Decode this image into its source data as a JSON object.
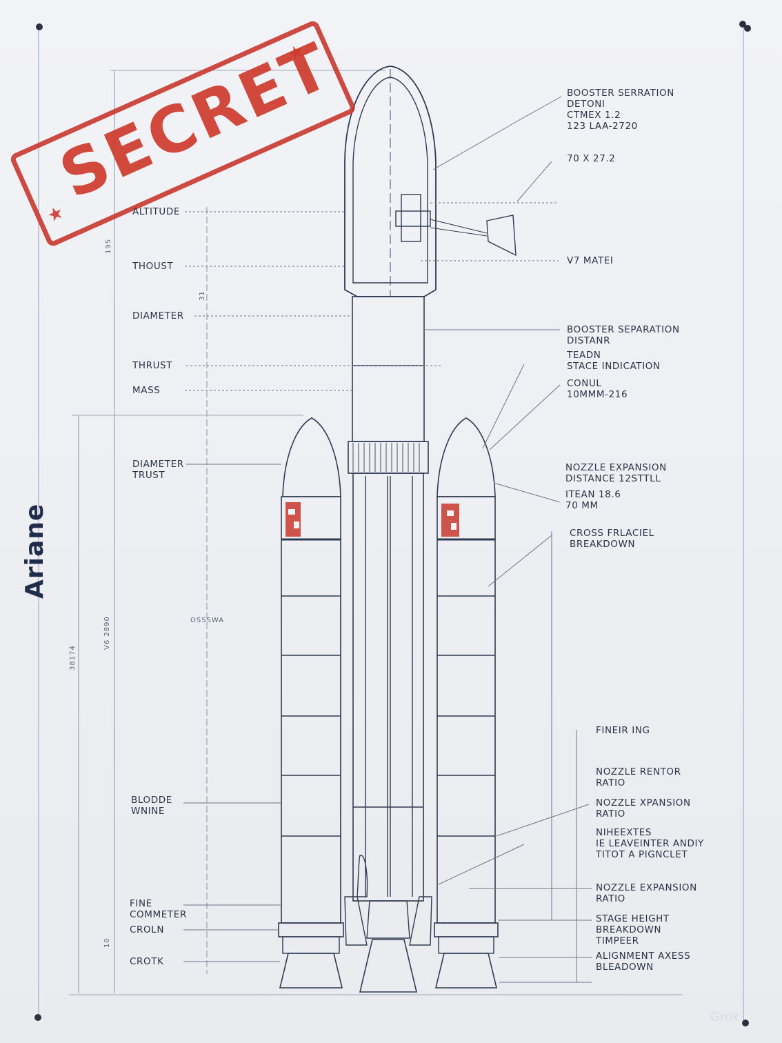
{
  "title": "Ariane",
  "stamp": {
    "text": "SECRET",
    "color": "#cf3a2e"
  },
  "left_labels": [
    "ALTITUDE",
    "THOUST",
    "DIAMETER",
    "THRUST",
    "MASS",
    "DIAMETER\nTRUST",
    "BLODDE\nWNINE",
    "FINE\nCOMMETER",
    "CROLN",
    "CROTK"
  ],
  "right_labels": [
    "BOOSTER SERRATION\nDETONI\nCTMEX 1.2\n123 LAA-2720",
    "70 x 27.2",
    "V7 MATEI",
    "BOOSTER SEPARATION\nDISTANR",
    "TEADN\nSTACE INDICATION",
    "CONUL\n10mmm-216",
    "NOZZLE EXPANSION\nDISTANCE 12STTLL",
    "ITEAN 18.6\n70 mm",
    "CROSS FRLACIEL\nBREAKDOWN",
    "FINEIR ING",
    "NOZZLE RENTOR\nRATIO",
    "NOZZLE XPANSION\nRATIO",
    "NIHEEXTES\nIE LEAVEINTER ANDIY\nTITOT A PIGNCLET",
    "NOZZLE EXPANSION\nRATIO",
    "STAGE HEIGHT\nBREAKDOWN\nTIMPEER",
    "ALIGNMENT AXESS\nBLEADOWN"
  ],
  "dimension_texts": [
    "195",
    "31",
    "38174",
    "V6 2890",
    "10",
    "OSSSWA"
  ],
  "watermark": "Grok",
  "colors": {
    "line": "#2f3a52",
    "accent": "#c8372d",
    "paper": "#eef0f3"
  },
  "icons": [
    "pin-icon"
  ]
}
